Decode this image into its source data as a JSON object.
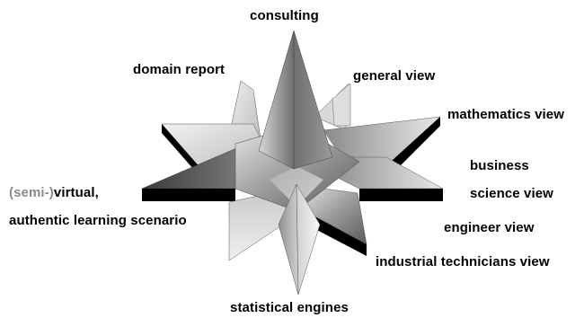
{
  "labels": {
    "consulting": "consulting",
    "domain_report": "domain report",
    "general_view": "general view",
    "mathematics_view": "mathematics view",
    "business": "business",
    "science_view": "science view",
    "engineer_view": "engineer view",
    "industrial_technicians_view": "industrial technicians view",
    "statistical_engines": "statistical engines",
    "semi_virtual_prefix": "(semi-)",
    "semi_virtual_rest": "virtual,",
    "authentic_learning": "authentic learning scenario"
  },
  "colors": {
    "background": "#ffffff",
    "shadow": "#000000",
    "highlight": "#f4f4f4",
    "mid_gray": "#8c8c8c",
    "dark_gray": "#444444",
    "prefix_gray": "#8a8a8a"
  }
}
